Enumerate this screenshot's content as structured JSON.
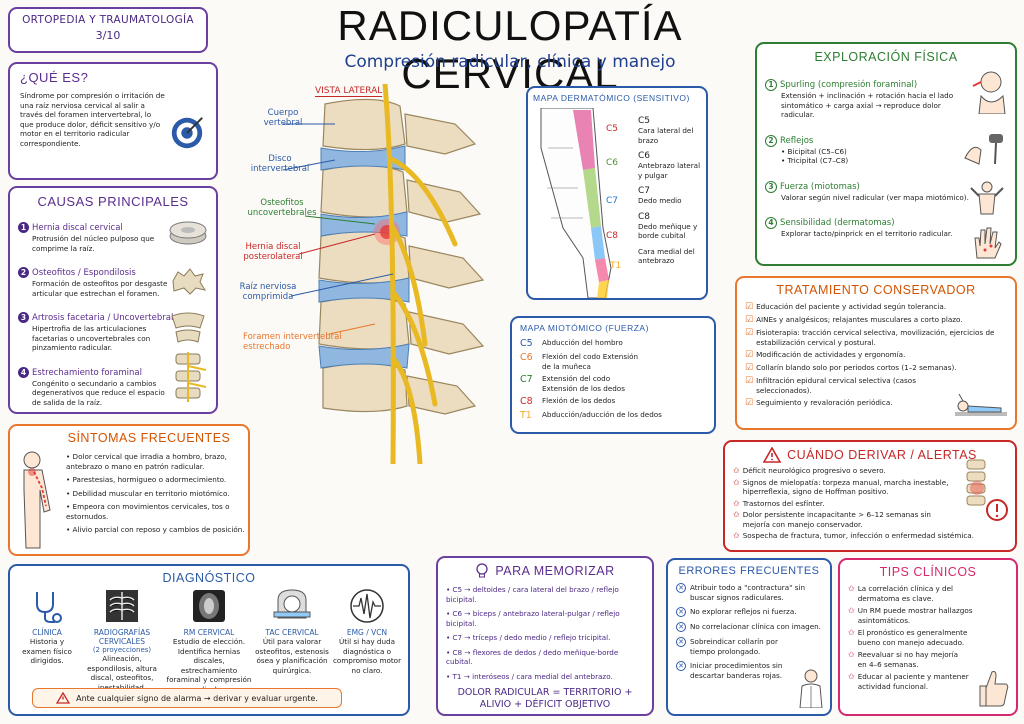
{
  "header": {
    "badge_line1": "ORTOPEDIA Y TRAUMATOLOGÍA",
    "badge_line2": "3/10",
    "title": "RADICULOPATÍA CERVICAL",
    "subtitle": "Compresión radicular, clínica y manejo"
  },
  "que_es": {
    "title": "¿QUÉ ES?",
    "text": "Síndrome por compresión o irritación de una raíz nerviosa cervical al salir a través del foramen intervertebral, lo que produce dolor, déficit sensitivo y/o motor en el territorio radicular correspondiente."
  },
  "causas": {
    "title": "CAUSAS PRINCIPALES",
    "items": [
      {
        "n": "1",
        "name": "Hernia discal cervical",
        "desc": "Protrusión del núcleo pulposo que comprime la raíz."
      },
      {
        "n": "2",
        "name": "Osteofitos / Espondilosis",
        "desc": "Formación de osteofitos por desgaste articular que estrechan el foramen."
      },
      {
        "n": "3",
        "name": "Artrosis facetaria / Uncovertebral",
        "desc": "Hipertrofia de las articulaciones facetarias o uncovertebrales con pinzamiento radicular."
      },
      {
        "n": "4",
        "name": "Estrechamiento foraminal",
        "desc": "Congénito o secundario a cambios degenerativos que reduce el espacio de salida de la raíz."
      }
    ]
  },
  "anatomia": {
    "header": "VISTA LATERAL",
    "labels": [
      "Cuerpo vertebral",
      "Disco intervertebral",
      "Osteofitos uncovertebrales",
      "Hernia discal posterolateral",
      "Raíz nerviosa comprimida",
      "Foramen intervertebral estrechado"
    ]
  },
  "dermatomas": {
    "title": "MAPA DERMATÓMICO (SENSITIVO)",
    "items": [
      {
        "root": "C5",
        "desc": "Cara lateral del brazo"
      },
      {
        "root": "C6",
        "desc": "Antebrazo lateral y pulgar"
      },
      {
        "root": "C7",
        "desc": "Dedo medio"
      },
      {
        "root": "C8",
        "desc": "Dedo meñique y borde cubital"
      },
      {
        "root": "T1",
        "desc": "Cara medial del antebrazo"
      }
    ],
    "colors": {
      "C5": "#e05a9a",
      "C6": "#9ccc65",
      "C7": "#64b5f6",
      "C8": "#f06292",
      "T1": "#ffca28"
    }
  },
  "miotomas": {
    "title": "MAPA MIOTÓMICO (FUERZA)",
    "items": [
      {
        "root": "C5",
        "desc": "Abducción del hombro"
      },
      {
        "root": "C6",
        "desc": "Flexión del codo Extensión de la muñeca"
      },
      {
        "root": "C7",
        "desc": "Extensión del codo Extensión de los dedos"
      },
      {
        "root": "C8",
        "desc": "Flexión de los dedos"
      },
      {
        "root": "T1",
        "desc": "Abducción/aducción de los dedos"
      }
    ]
  },
  "exploracion": {
    "title": "EXPLORACIÓN FÍSICA",
    "items": [
      {
        "n": "1",
        "name": "Spurling (compresión foraminal)",
        "desc": "Extensión + inclinación + rotación hacia el lado sintomático + carga axial → reproduce dolor radicular."
      },
      {
        "n": "2",
        "name": "Reflejos",
        "desc": "• Bicipital (C5–C6)\n• Tricipital (C7–C8)"
      },
      {
        "n": "3",
        "name": "Fuerza (miotomas)",
        "desc": "Valorar según nivel radicular (ver mapa miotómico)."
      },
      {
        "n": "4",
        "name": "Sensibilidad (dermatomas)",
        "desc": "Explorar tacto/pinprick en el territorio radicular."
      }
    ]
  },
  "tratamiento": {
    "title": "TRATAMIENTO CONSERVADOR",
    "items": [
      "Educación del paciente y actividad según tolerancia.",
      "AINEs y analgésicos; relajantes musculares a corto plazo.",
      "Fisioterapia: tracción cervical selectiva, movilización, ejercicios de estabilización cervical y postural.",
      "Modificación de actividades y ergonomía.",
      "Collarín blando solo por periodos cortos (1–2 semanas).",
      "Infiltración epidural cervical selectiva (casos seleccionados).",
      "Seguimiento y revaloración periódica."
    ]
  },
  "sintomas": {
    "title": "SÍNTOMAS FRECUENTES",
    "items": [
      "Dolor cervical que irradia a hombro, brazo, antebrazo o mano en patrón radicular.",
      "Parestesias, hormigueo o adormecimiento.",
      "Debilidad muscular en territorio miotómico.",
      "Empeora con movimientos cervicales, tos o estornudos.",
      "Alivio parcial con reposo y cambios de posición."
    ]
  },
  "derivar": {
    "title": "CUÁNDO DERIVAR / ALERTAS",
    "items": [
      "Déficit neurológico progresivo o severo.",
      "Signos de mielopatía: torpeza manual, marcha inestable, hiperreflexia, signo de Hoffman positivo.",
      "Trastornos del esfínter.",
      "Dolor persistente incapacitante > 6–12 semanas sin mejoría con manejo conservador.",
      "Sospecha de fractura, tumor, infección o enfermedad sistémica."
    ]
  },
  "diagnostico": {
    "title": "DIAGNÓSTICO",
    "items": [
      {
        "name": "CLÍNICA",
        "sub": "",
        "desc": "Historia y examen físico dirigidos."
      },
      {
        "name": "RADIOGRAFÍAS CERVICALES",
        "sub": "(2 proyecciones)",
        "desc": "Alineación, espondilosis, altura discal, osteofitos, inestabilidad."
      },
      {
        "name": "RM CERVICAL",
        "sub": "",
        "desc": "Estudio de elección. Identifica hernias discales, estrechamiento foraminal y compresión radicular."
      },
      {
        "name": "TAC CERVICAL",
        "sub": "",
        "desc": "Útil para valorar osteofitos, estenosis ósea y planificación quirúrgica."
      },
      {
        "name": "EMG / VCN",
        "sub": "",
        "desc": "Útil si hay duda diagnóstica o compromiso motor no claro."
      }
    ],
    "alert": "Ante cualquier signo de alarma → derivar y evaluar urgente."
  },
  "memorizar": {
    "title": "PARA MEMORIZAR",
    "items": [
      "C5 → deltoides / cara lateral del brazo / reflejo bicipital.",
      "C6 → bíceps / antebrazo lateral-pulgar / reflejo bicipital.",
      "C7 → tríceps / dedo medio / reflejo tricipital.",
      "C8 → flexores de dedos / dedo meñique-borde cubital.",
      "T1 → interóseos / cara medial del antebrazo."
    ],
    "formula": "DOLOR RADICULAR = TERRITORIO + ALIVIO + DÉFICIT OBJETIVO"
  },
  "errores": {
    "title": "ERRORES FRECUENTES",
    "items": [
      "Atribuir todo a \"contractura\" sin buscar signos radiculares.",
      "No explorar reflejos ni fuerza.",
      "No correlacionar clínica con imagen.",
      "Sobreindicar collarín por tiempo prolongado.",
      "Iniciar procedimientos sin descartar banderas rojas."
    ]
  },
  "tips": {
    "title": "TIPS CLÍNICOS",
    "items": [
      "La correlación clínica y del dermatoma es clave.",
      "Un RM puede mostrar hallazgos asintomáticos.",
      "El pronóstico es generalmente bueno con manejo adecuado.",
      "Reevaluar si no hay mejoría en 4–6 semanas.",
      "Educar al paciente y mantener actividad funcional."
    ]
  }
}
